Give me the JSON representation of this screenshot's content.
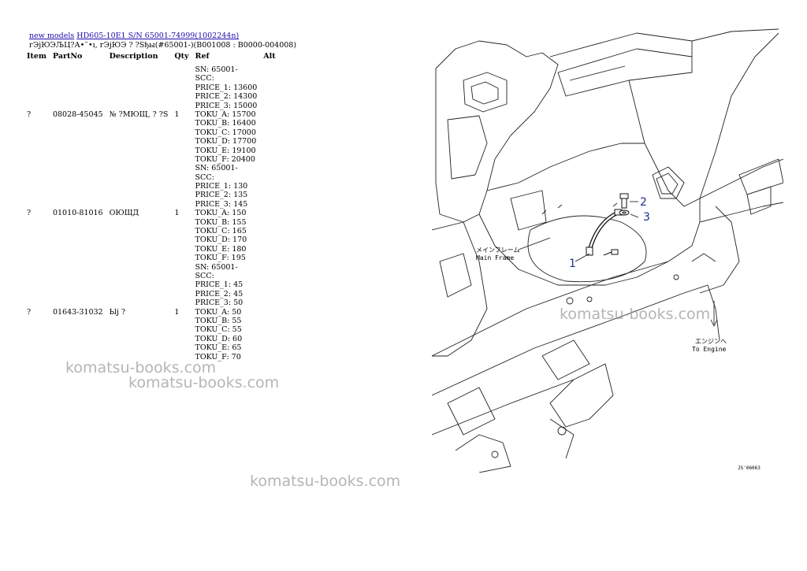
{
  "breadcrumb": {
    "link1": "new models",
    "link2": "HD605-10E1 S/N 65001-74999(1002244n)"
  },
  "subtitle": "гЭјЮЭЉЦ?А•˜•ı, гЭјЮЭ ? ?Sђы(#65001-)(B001008 : B0000-004008)",
  "table": {
    "headers": [
      "Item",
      "PartNo",
      "Description",
      "Qty",
      "Ref",
      "Alt"
    ],
    "rows": [
      {
        "item": "?",
        "partno": "08028-45045",
        "description": "№ ?МЮЩ, ? ?S",
        "qty": "1",
        "ref": [
          "SN: 65001-",
          "SCC:",
          "PRICE_1: 13600",
          "PRICE_2: 14300",
          "PRICE_3: 15000",
          "TOKU_A: 15700",
          "TOKU_B: 16400",
          "TOKU_C: 17000",
          "TOKU_D: 17700",
          "TOKU_E: 19100",
          "TOKU_F: 20400"
        ],
        "alt": ""
      },
      {
        "item": "?",
        "partno": "01010-81016",
        "description": "ОЮЩД",
        "qty": "1",
        "ref": [
          "SN: 65001-",
          "SCC:",
          "PRICE_1: 130",
          "PRICE_2: 135",
          "PRICE_3: 145",
          "TOKU_A: 150",
          "TOKU_B: 155",
          "TOKU_C: 165",
          "TOKU_D: 170",
          "TOKU_E: 180",
          "TOKU_F: 195"
        ],
        "alt": ""
      },
      {
        "item": "?",
        "partno": "01643-31032",
        "description": "Ьlj ?",
        "qty": "1",
        "ref": [
          "SN: 65001-",
          "SCC:",
          "PRICE_1: 45",
          "PRICE_2: 45",
          "PRICE_3: 50",
          "TOKU_A: 50",
          "TOKU_B: 55",
          "TOKU_C: 55",
          "TOKU_D: 60",
          "TOKU_E: 65",
          "TOKU_F: 70"
        ],
        "alt": ""
      }
    ]
  },
  "watermarks": [
    "komatsu-books.com",
    "komatsu-books.com",
    "komatsu-books.com",
    "komatsu-books.com"
  ],
  "diagram": {
    "label_main_jp": "メインフレーム",
    "label_main_en": "Main Frame",
    "label_engine_jp": "エンジンへ",
    "label_engine_en": "To Engine",
    "callout_1": "1",
    "callout_2": "2",
    "callout_3": "3",
    "code": "JS'06063",
    "callout_color": "#1f2e8f"
  }
}
